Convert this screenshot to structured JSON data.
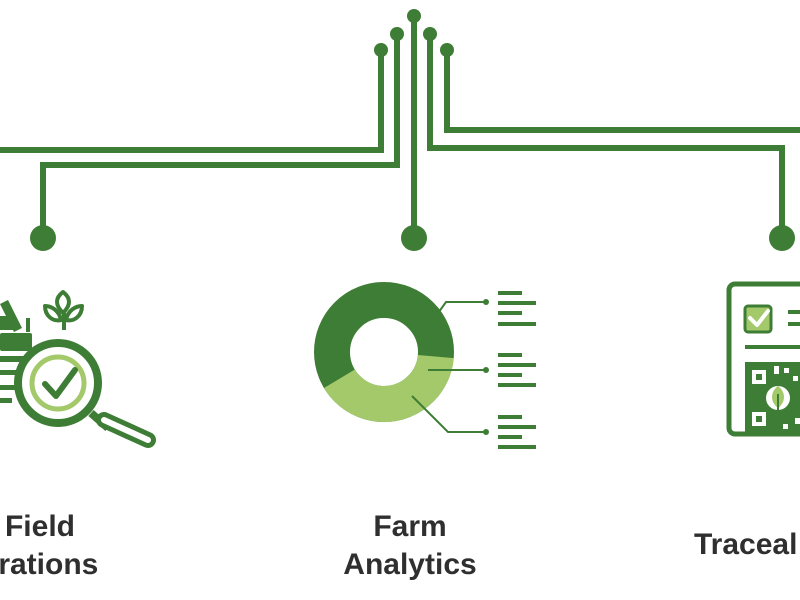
{
  "colors": {
    "dark_green": "#3e7d35",
    "light_green": "#a3c96b",
    "text": "#2f2f2f",
    "background": "#ffffff"
  },
  "nodes": [
    {
      "id": "field",
      "icon": "magnifier-check-plant-icon",
      "label_lines": [
        "Field",
        "erations"
      ]
    },
    {
      "id": "farm",
      "icon": "donut-chart-icon",
      "label_lines": [
        "Farm",
        "Analytics"
      ],
      "donut_fraction": {
        "dark": 0.6,
        "light": 0.4
      }
    },
    {
      "id": "trace",
      "icon": "document-qr-leaf-icon",
      "label_lines": [
        "Traceal"
      ]
    }
  ]
}
